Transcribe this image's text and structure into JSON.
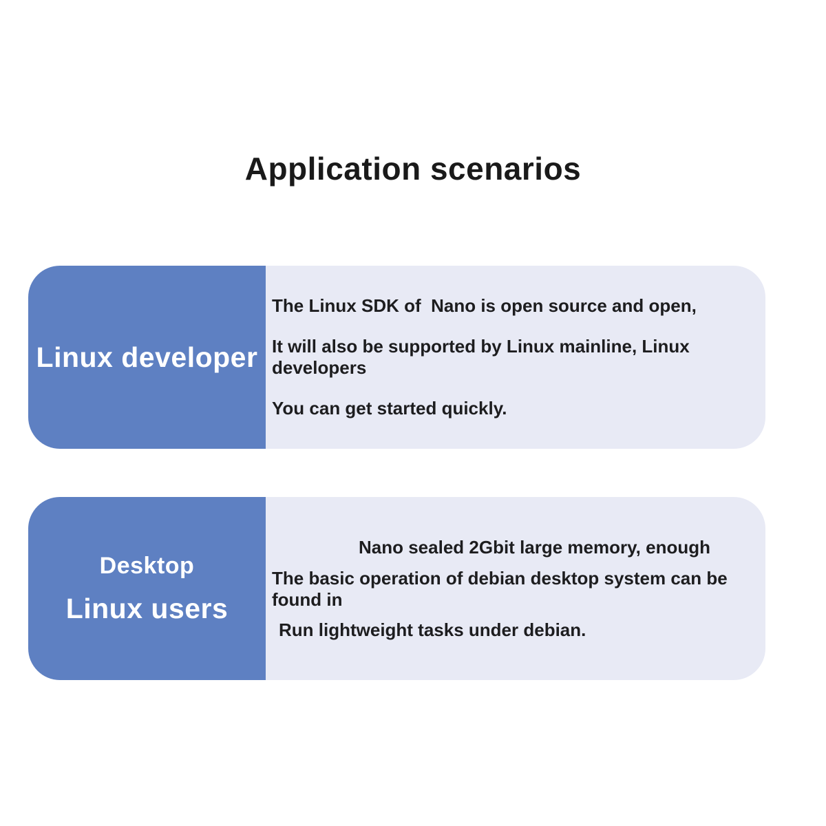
{
  "page": {
    "title": "Application scenarios"
  },
  "colors": {
    "card_blue": "#5e80c2",
    "card_light_panel": "#e8eaf5",
    "title_text": "#1a1a1a",
    "body_text": "#1d1d1f",
    "label_text": "#ffffff",
    "background": "#ffffff"
  },
  "cards": [
    {
      "id": "linux-developer",
      "label_lines": [
        "Linux developer"
      ],
      "body_lines": [
        "The Linux SDK of  Nano is open source and open,",
        "It will also be supported by Linux mainline, Linux developers",
        "You can get started quickly."
      ]
    },
    {
      "id": "desktop-linux-users",
      "label_lines": [
        "Desktop",
        "Linux users"
      ],
      "body_lines": [
        "Nano sealed 2Gbit large memory, enough",
        "The basic operation of debian desktop system can be",
        "found in",
        "Run lightweight tasks under debian."
      ]
    }
  ]
}
